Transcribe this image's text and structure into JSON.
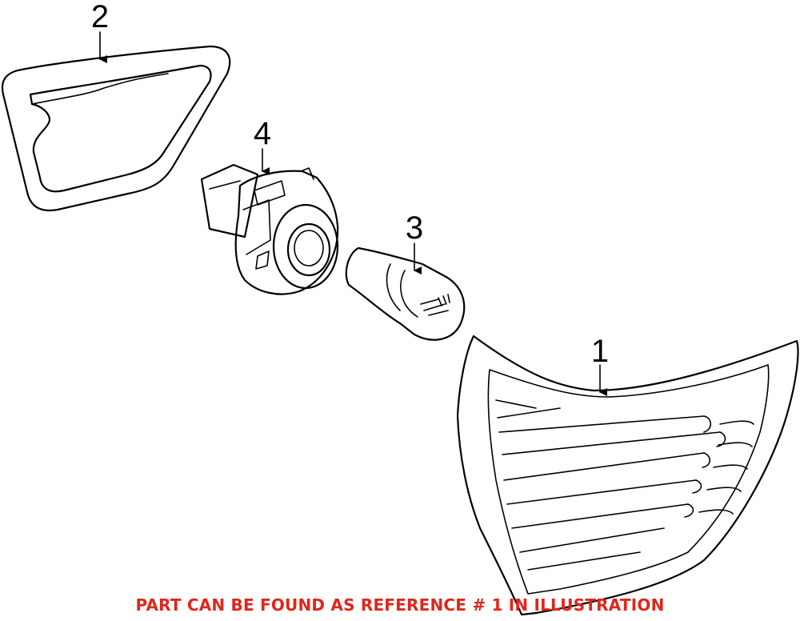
{
  "callouts": {
    "part_1": "1",
    "part_2": "2",
    "part_3": "3",
    "part_4": "4"
  },
  "caption": "PART CAN BE FOUND AS REFERENCE # 1 IN ILLUSTRATION",
  "colors": {
    "caption": "#e0261b",
    "line": "#000000"
  }
}
